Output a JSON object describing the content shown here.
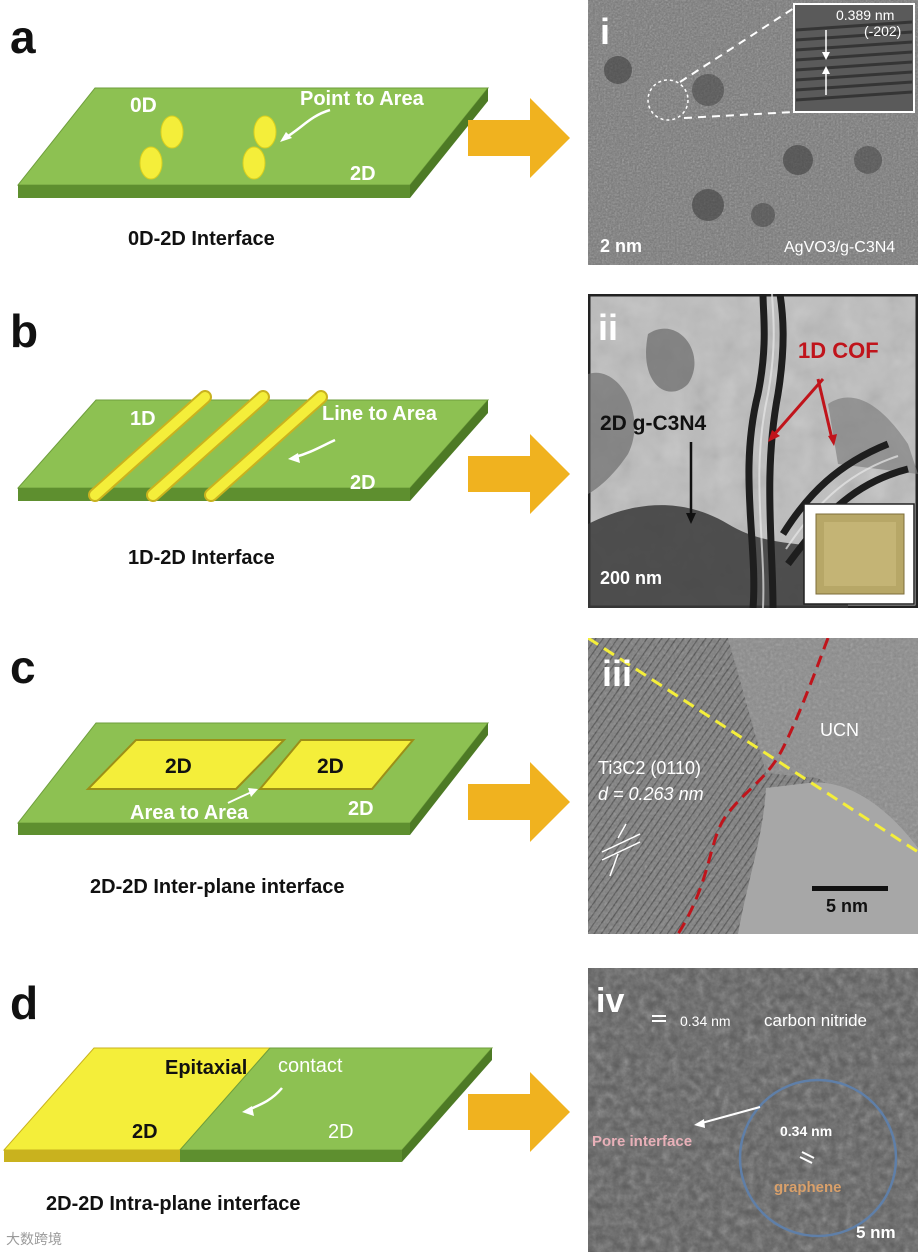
{
  "panels": [
    {
      "letter": "a",
      "caption": "0D-2D Interface",
      "scheme": {
        "dim_label": "0D",
        "base_label": "2D",
        "callout": "Point to Area"
      },
      "micrograph": {
        "roman": "i",
        "scale_bar": "2 nm",
        "sample_label": "AgVO3/g-C3N4",
        "inset_spacing": "0.389 nm",
        "inset_plane": "(-202)"
      }
    },
    {
      "letter": "b",
      "caption": "1D-2D Interface",
      "scheme": {
        "dim_label": "1D",
        "base_label": "2D",
        "callout": "Line to Area"
      },
      "micrograph": {
        "roman": "ii",
        "scale_bar": "200 nm",
        "label_cof": "1D COF",
        "label_gcn": "2D g-C3N4"
      }
    },
    {
      "letter": "c",
      "caption": "2D-2D Inter-plane interface",
      "scheme": {
        "tile_label_1": "2D",
        "tile_label_2": "2D",
        "base_label": "2D",
        "callout": "Area to Area"
      },
      "micrograph": {
        "roman": "iii",
        "scale_bar": "5 nm",
        "label_ucn": "UCN",
        "label_ti3c2": "Ti3C2 (0110)",
        "d_spacing": "d = 0.263 nm"
      }
    },
    {
      "letter": "d",
      "caption": "2D-2D Intra-plane interface",
      "scheme": {
        "left_label": "2D",
        "right_label": "2D",
        "epitaxial": "Epitaxial",
        "contact": "contact"
      },
      "micrograph": {
        "roman": "iv",
        "scale_bar": "5 nm",
        "spacing_1": "0.34 nm",
        "spacing_2": "0.34 nm",
        "label_cn": "carbon nitride",
        "label_pore": "Pore interface",
        "label_graphene": "graphene"
      }
    }
  ],
  "watermark": "大数跨境",
  "colors": {
    "plate_top": "#8dc152",
    "plate_side": "#5e8f2f",
    "yellow": "#f4ee3a",
    "arrow": "#f0b21f",
    "red_label": "#c0141b"
  }
}
